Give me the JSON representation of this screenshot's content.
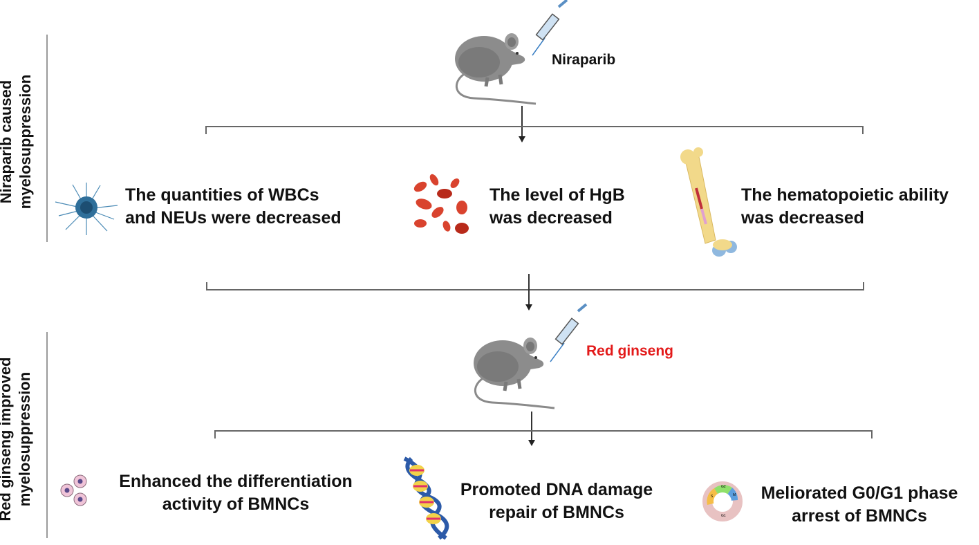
{
  "sections": {
    "top": {
      "side_label_line1": "Niraparib caused",
      "side_label_line2": "myelosuppression",
      "drug_label": "Niraparib",
      "drug_color": "#111111",
      "effects": [
        {
          "icon": "white-blood-cell-icon",
          "line1": "The quantities of WBCs",
          "line2": "and NEUs were decreased"
        },
        {
          "icon": "red-blood-cells-icon",
          "line1": "The level of HgB",
          "line2": "was decreased"
        },
        {
          "icon": "bone-icon",
          "line1": "The hematopoietic ability",
          "line2": "was decreased"
        }
      ]
    },
    "bottom": {
      "side_label_line1": "Red ginseng improved",
      "side_label_line2": "myelosuppression",
      "drug_label": "Red ginseng",
      "drug_color": "#e31a1a",
      "effects": [
        {
          "icon": "bone-marrow-cells-icon",
          "line1": "Enhanced the differentiation",
          "line2": "activity of BMNCs"
        },
        {
          "icon": "dna-helix-icon",
          "line1": "Promoted DNA damage",
          "line2": "repair of BMNCs"
        },
        {
          "icon": "cell-cycle-icon",
          "line1": "Meliorated G0/G1 phase",
          "line2": "arrest of BMNCs"
        }
      ],
      "cell_cycle_phases": [
        "S",
        "G2",
        "M",
        "G1"
      ]
    }
  }
}
